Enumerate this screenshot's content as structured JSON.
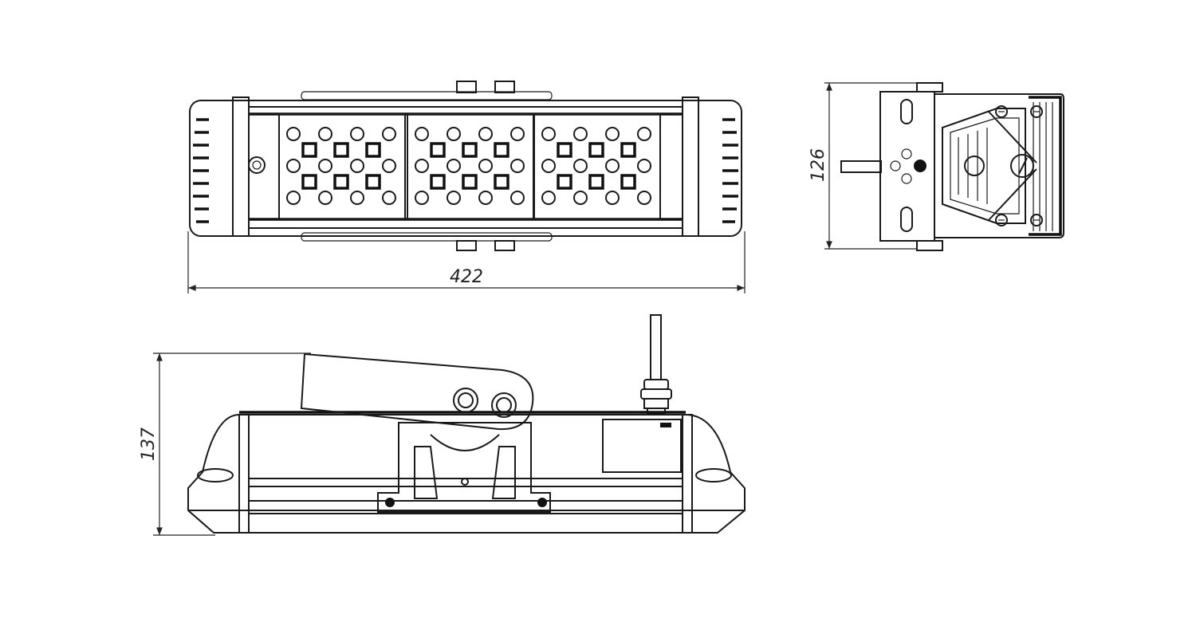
{
  "dimensions": {
    "length": "422",
    "depth": "126",
    "height": "137"
  },
  "views": [
    "front-view",
    "side-view",
    "top-view"
  ],
  "colors": {
    "line": "#1a1a1a",
    "background": "#ffffff"
  }
}
